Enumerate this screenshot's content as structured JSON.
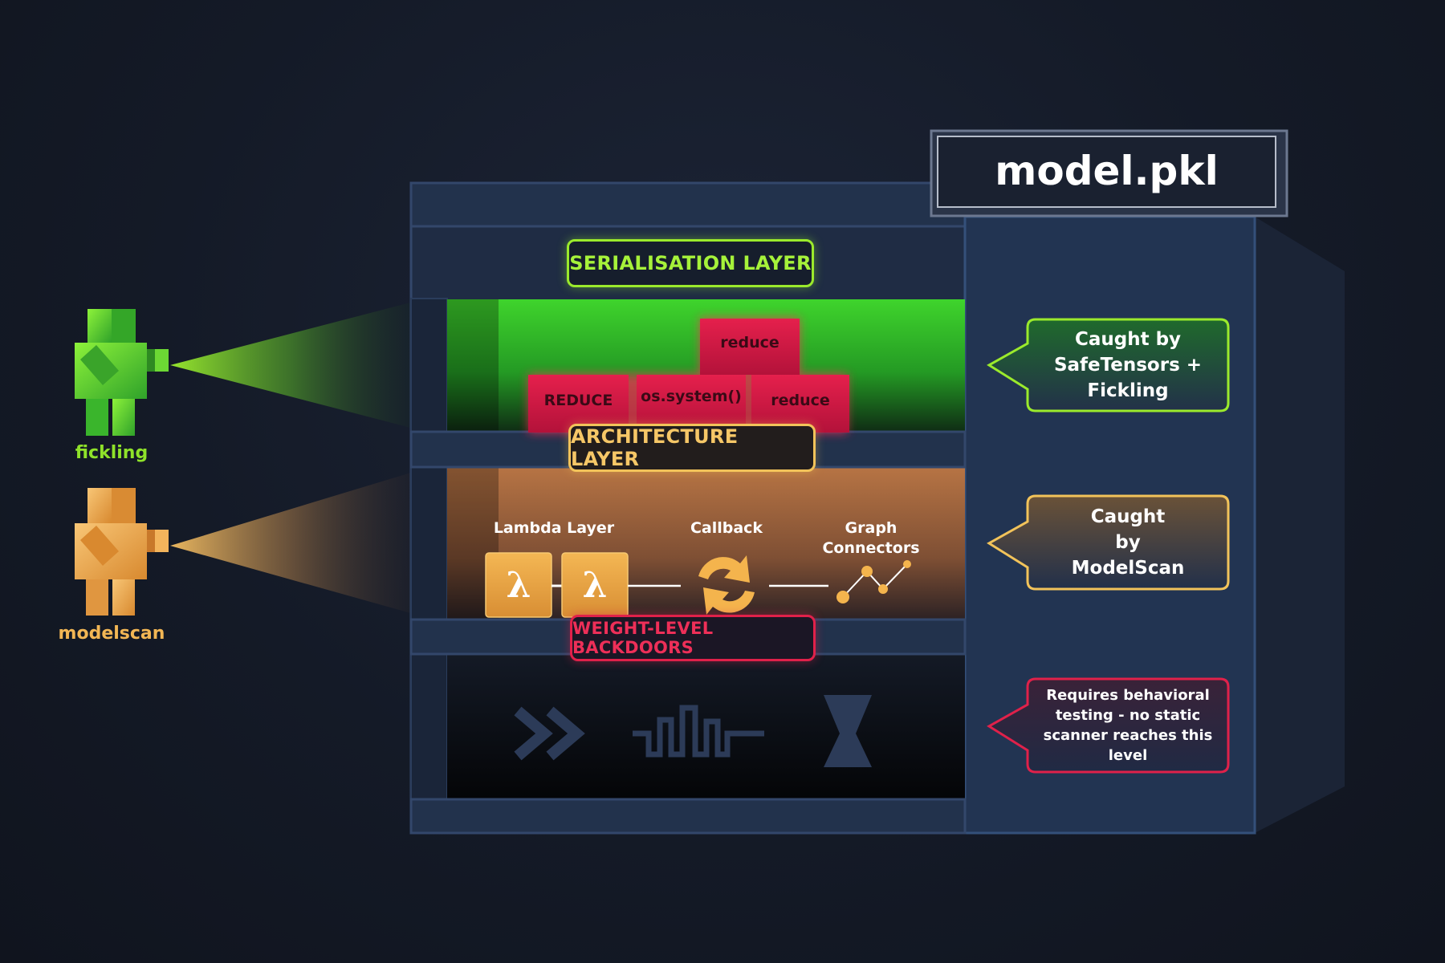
{
  "file": {
    "name": "model.pkl"
  },
  "layers": {
    "serialisation": {
      "label": "SERIALISATION LAYER"
    },
    "architecture": {
      "label": "ARCHITECTURE LAYER"
    },
    "weights": {
      "label": "WEIGHT-LEVEL BACKDOORS"
    }
  },
  "serialisation_blocks": {
    "top": "reduce",
    "left": "REDUCE",
    "middle": "os.system()",
    "right": "reduce"
  },
  "architecture_items": {
    "lambda_layer": "Lambda Layer",
    "lambda_symbol": "λ",
    "callback": "Callback",
    "graph_connectors": "Graph\nConnectors"
  },
  "callouts": {
    "serialisation": "Caught by\nSafeTensors +\nFickling",
    "architecture": "Caught\nby\nModelScan",
    "weights": "Requires behavioral\ntesting - no static\nscanner reaches this\nlevel"
  },
  "tools": {
    "fickling": "fickling",
    "modelscan": "modelscan"
  },
  "colors": {
    "green": "#8fe22a",
    "orange": "#f2b654",
    "red": "#e0214a",
    "navy": "#203049"
  }
}
